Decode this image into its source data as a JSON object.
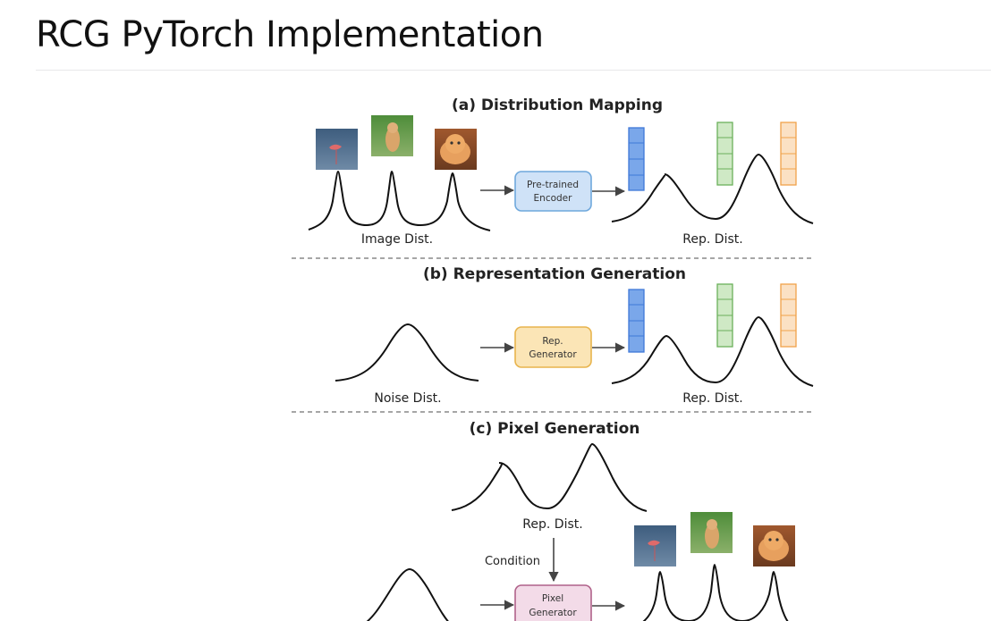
{
  "page": {
    "title": "RCG PyTorch Implementation"
  },
  "figure": {
    "panels": [
      {
        "heading": "(a) Distribution Mapping",
        "left_label": "Image Dist.",
        "box_lines": [
          "Pre-trained",
          "Encoder"
        ],
        "right_label": "Rep. Dist."
      },
      {
        "heading": "(b) Representation Generation",
        "left_label": "Noise Dist.",
        "box_lines": [
          "Rep.",
          "Generator"
        ],
        "right_label": "Rep. Dist."
      },
      {
        "heading": "(c) Pixel Generation",
        "top_label": "Rep. Dist.",
        "condition_label": "Condition",
        "box_lines": [
          "Pixel",
          "Generator"
        ]
      }
    ],
    "colors": {
      "encoder_fill": "#cfe2f7",
      "encoder_stroke": "#6fa8dc",
      "generator_fill": "#fbe5b6",
      "generator_stroke": "#e8b44d",
      "pixel_fill": "#f3dbe8",
      "pixel_stroke": "#b0628a",
      "vec_blue": "#5b8fe0",
      "vec_green": "#7cc26a",
      "vec_orange": "#f0a24a"
    },
    "thumbnails": [
      "flamingo",
      "cat-standing",
      "kitten"
    ]
  }
}
